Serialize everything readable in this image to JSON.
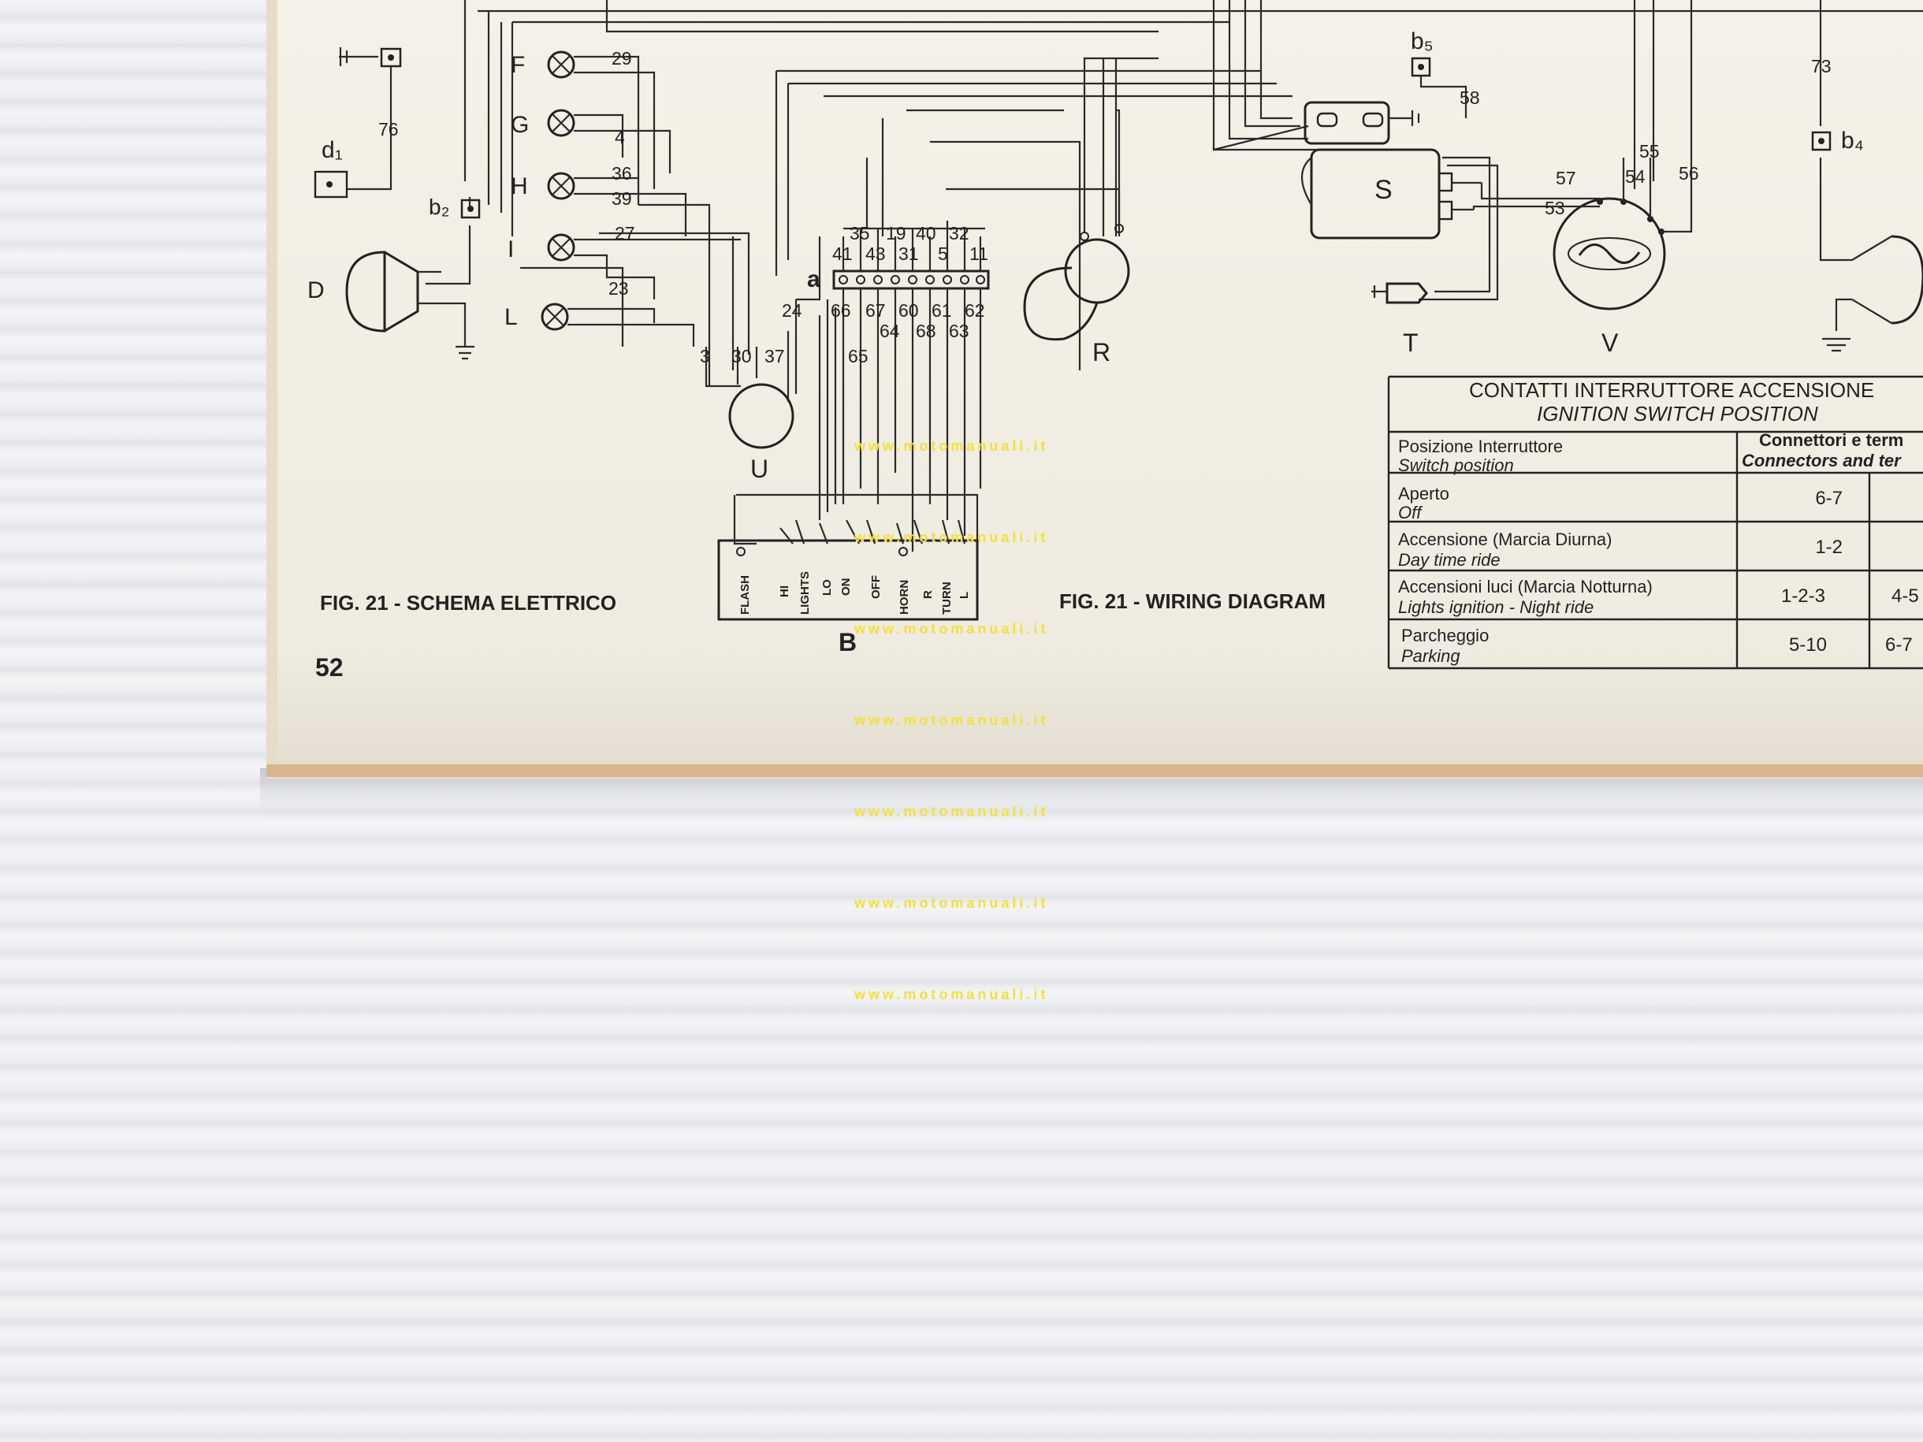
{
  "page": {
    "number": "52",
    "caption_it": "FIG. 21 - SCHEMA ELETTRICO",
    "caption_en": "FIG. 21 - WIRING DIAGRAM"
  },
  "watermark": "www.motomanuali.it",
  "components": {
    "F": "F",
    "G": "G",
    "H": "H",
    "I": "I",
    "L": "L",
    "D": "D",
    "d1": "d₁",
    "b2": "b₂",
    "b4": "b₄",
    "b5": "b₅",
    "a": "a",
    "U": "U",
    "B": "B",
    "R": "R",
    "S": "S",
    "T": "T",
    "V": "V"
  },
  "wires": {
    "w76": "76",
    "w29": "29",
    "w4": "4",
    "w36": "36",
    "w39": "39",
    "w27": "27",
    "w23": "23",
    "w3": "3",
    "w30": "30",
    "w37": "37",
    "w24": "24",
    "w65": "65",
    "w35": "35",
    "w19": "19",
    "w40": "40",
    "w32": "32",
    "w41": "41",
    "w43": "43",
    "w31": "31",
    "w5": "5",
    "w11": "11",
    "w66": "66",
    "w67": "67",
    "w60": "60",
    "w61": "61",
    "w62": "62",
    "w64": "64",
    "w68": "68",
    "w63": "63",
    "w58": "58",
    "w57": "57",
    "w53": "53",
    "w54": "54",
    "w55": "55",
    "w56": "56",
    "w73": "73"
  },
  "switch_labels": {
    "flash": "FLASH",
    "hi": "HI",
    "lights": "LIGHTS",
    "lo": "LO",
    "on": "ON",
    "off": "OFF",
    "horn": "HORN",
    "r": "R",
    "turn": "TURN",
    "l": "L"
  },
  "table": {
    "title_it": "CONTATTI INTERRUTTORE ACCENSIONE",
    "title_en": "IGNITION SWITCH POSITION",
    "col1_it": "Posizione Interruttore",
    "col1_en": "Switch position",
    "col2_it": "Connettori e term",
    "col2_en": "Connectors and ter",
    "rows": [
      {
        "it": "Aperto",
        "en": "Off",
        "c1": "6-7",
        "c2": ""
      },
      {
        "it": "Accensione (Marcia Diurna)",
        "en": "Day time ride",
        "c1": "1-2",
        "c2": ""
      },
      {
        "it": "Accensioni luci (Marcia Notturna)",
        "en": "Lights ignition - Night ride",
        "c1": "1-2-3",
        "c2": "4-5"
      },
      {
        "it": "Parcheggio",
        "en": "Parking",
        "c1": "5-10",
        "c2": "6-7"
      }
    ]
  }
}
